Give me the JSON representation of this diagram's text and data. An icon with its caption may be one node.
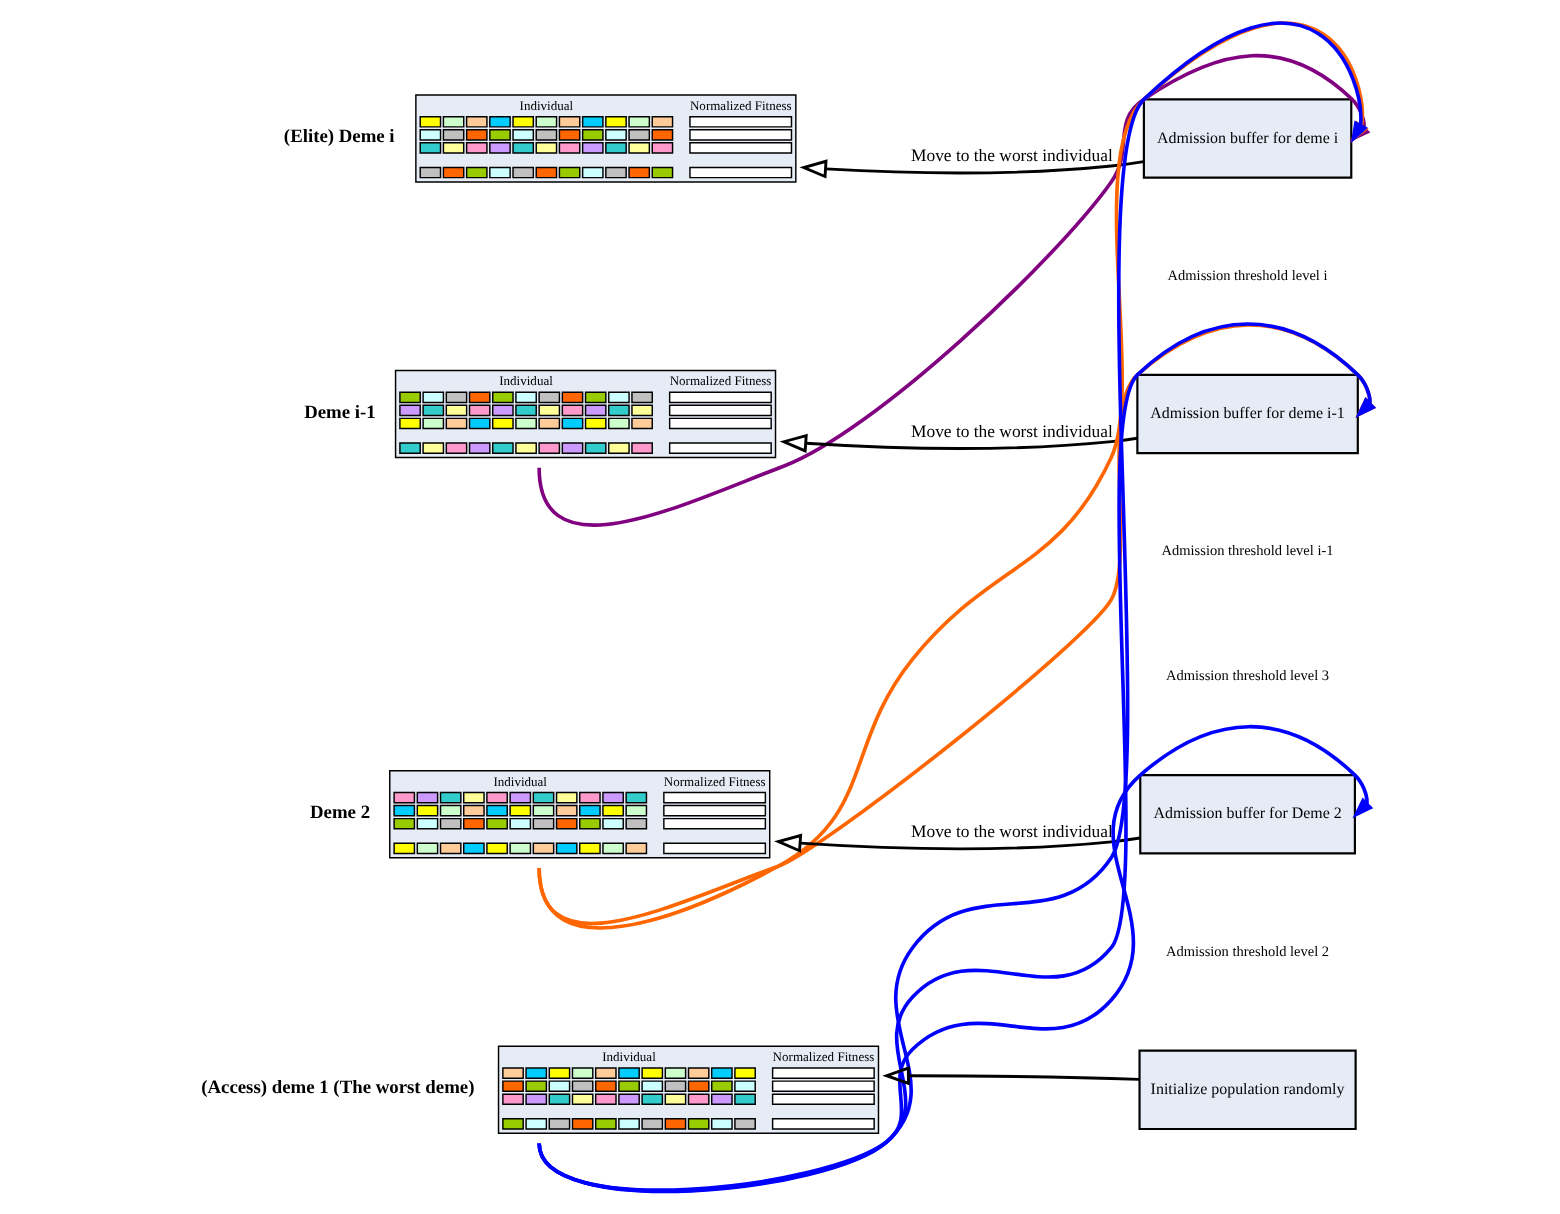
{
  "diagram": {
    "nodes": [
      {
        "text": [
          "Individual",
          "Normalized Fitness"
        ],
        "beside": [
          "(Elite) Deme i"
        ]
      },
      {
        "text": [
          "Admission buffer for deme i"
        ]
      },
      {
        "text": [
          "Individual",
          "Normalized Fitness"
        ],
        "beside": [
          "Deme i-1"
        ]
      },
      {
        "text": [
          "Admission buffer for deme i-1"
        ]
      },
      {
        "text": [
          "Individual",
          "Normalized Fitness"
        ],
        "beside": [
          "Deme 2"
        ]
      },
      {
        "text": [
          "Admission buffer for Deme 2"
        ]
      },
      {
        "text": [
          "Individual",
          "Normalized Fitness"
        ],
        "beside": [
          "(Access) deme 1 (The worst deme)"
        ]
      },
      {
        "text": [
          "Initialize population randomly"
        ]
      }
    ],
    "edges": [
      {
        "from": 1,
        "to": 0,
        "arrow": "to",
        "label": "Move to the worst individual"
      },
      {
        "from": 3,
        "to": 2,
        "arrow": "to",
        "label": "Move to the worst individual"
      },
      {
        "from": 5,
        "to": 4,
        "arrow": "to",
        "label": "Move to the worst individual"
      },
      {
        "from": 7,
        "to": 6,
        "arrow": "to"
      },
      {
        "from": 2,
        "to": 1,
        "arrow": "to",
        "color": "#800080"
      },
      {
        "from": 4,
        "to": 1,
        "arrow": "to",
        "color": "#ff6600"
      },
      {
        "from": 4,
        "to": 3,
        "arrow": "to",
        "color": "#ff6600"
      },
      {
        "from": 6,
        "to": 1,
        "arrow": "to",
        "color": "#0000ff"
      },
      {
        "from": 6,
        "to": 3,
        "arrow": "to",
        "color": "#0000ff"
      },
      {
        "from": 6,
        "to": 5,
        "arrow": "to",
        "color": "#0000ff"
      }
    ],
    "labels": [
      "Admission threshold level i",
      "Admission threshold level i-1",
      "Admission threshold level 3",
      "Admission threshold level 2"
    ]
  }
}
